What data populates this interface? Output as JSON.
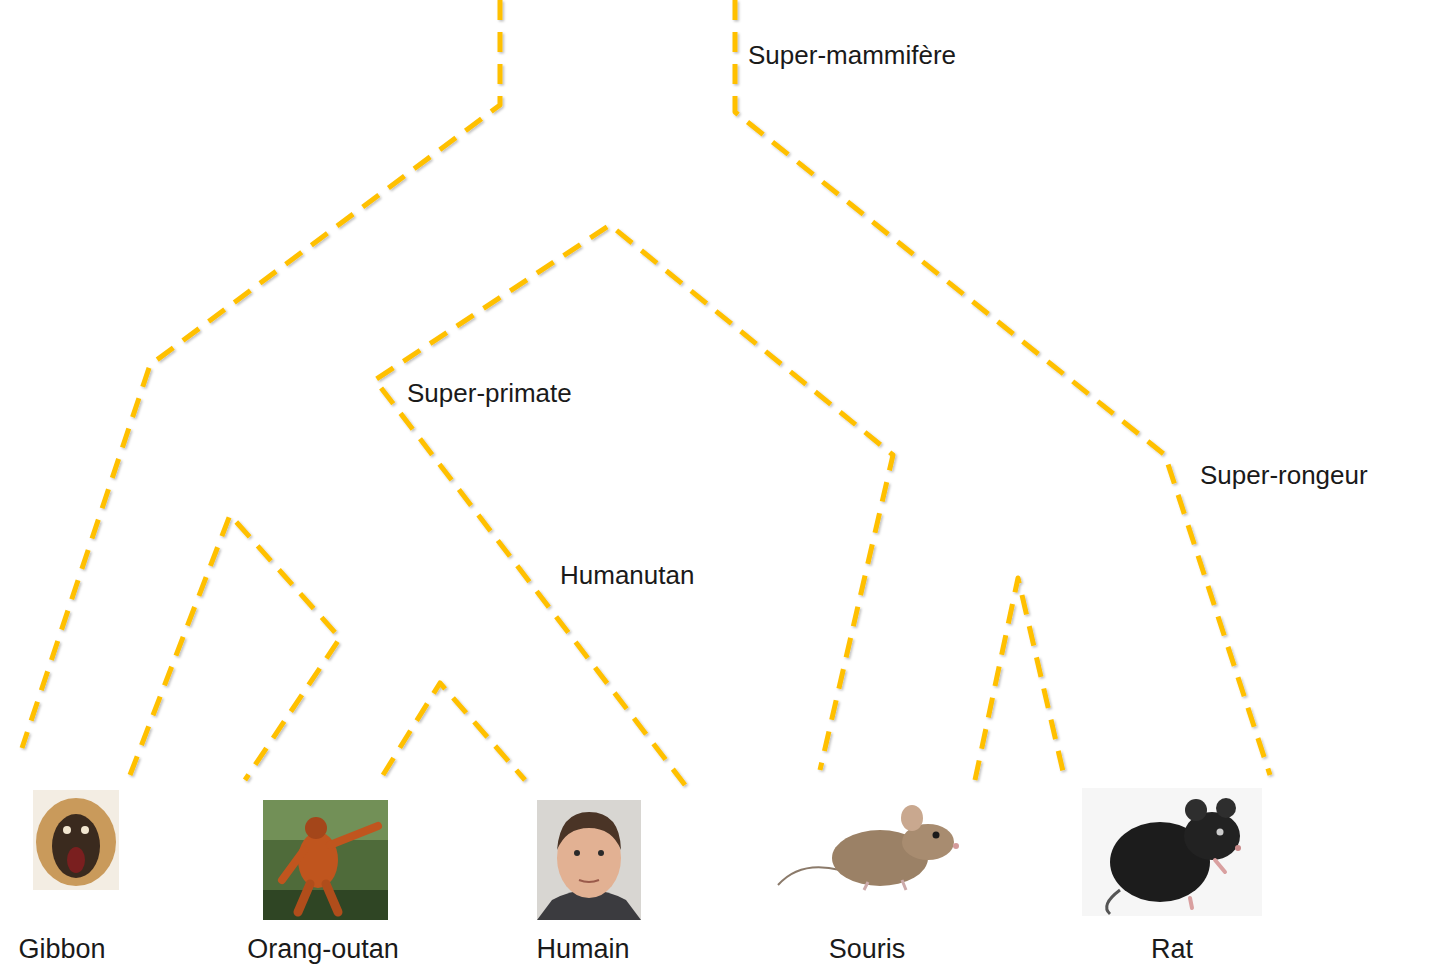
{
  "diagram": {
    "labels": [
      "Super-mammifère",
      "Super-primate",
      "Humanutan",
      "Super-rongeur",
      "Gibbon",
      "Orang-outan",
      "Humain",
      "Souris",
      "Rat"
    ]
  }
}
